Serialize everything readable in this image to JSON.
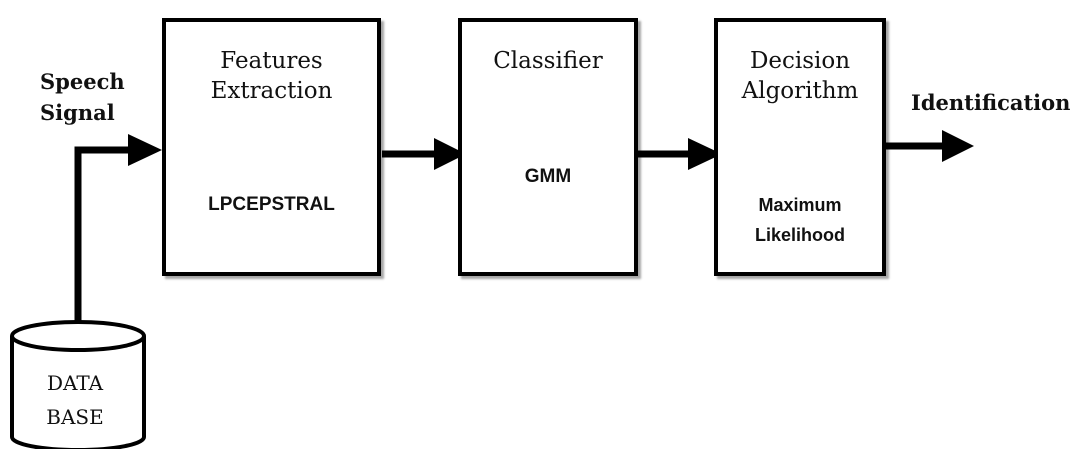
{
  "input": {
    "line1": "Speech",
    "line2": "Signal"
  },
  "output": {
    "label": "Identification"
  },
  "database": {
    "line1": "DATA",
    "line2": "BASE"
  },
  "blocks": [
    {
      "title1": "Features",
      "title2": "Extraction",
      "body1": "LPCEPSTRAL",
      "body2": ""
    },
    {
      "title1": "Classifier",
      "title2": "",
      "body1": "GMM",
      "body2": ""
    },
    {
      "title1": "Decision",
      "title2": "Algorithm",
      "body1": "Maximum",
      "body2": "Likelihood"
    }
  ],
  "colors": {
    "stroke": "#000000",
    "background": "#ffffff",
    "text": "#111111"
  }
}
